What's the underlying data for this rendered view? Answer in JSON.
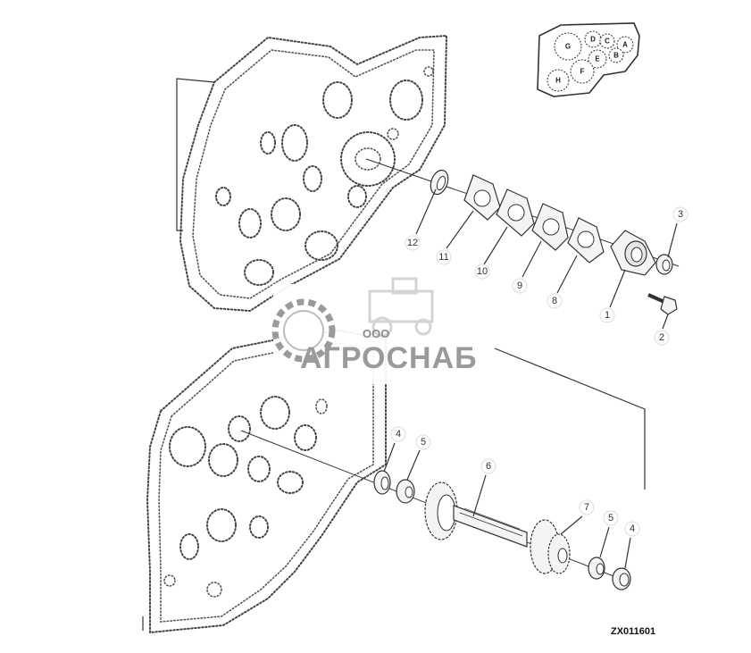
{
  "diagram": {
    "drawing_code": "ZX011601",
    "callouts": [
      {
        "id": "c12",
        "label": "12"
      },
      {
        "id": "c11",
        "label": "11"
      },
      {
        "id": "c10",
        "label": "10"
      },
      {
        "id": "c9",
        "label": "9"
      },
      {
        "id": "c8",
        "label": "8"
      },
      {
        "id": "c1",
        "label": "1"
      },
      {
        "id": "c3",
        "label": "3"
      },
      {
        "id": "c2",
        "label": "2"
      },
      {
        "id": "c4a",
        "label": "4"
      },
      {
        "id": "c5a",
        "label": "5"
      },
      {
        "id": "c6",
        "label": "6"
      },
      {
        "id": "c7",
        "label": "7"
      },
      {
        "id": "c5b",
        "label": "5"
      },
      {
        "id": "c4b",
        "label": "4"
      }
    ],
    "locator_gears": [
      "A",
      "B",
      "C",
      "D",
      "E",
      "F",
      "G",
      "H"
    ]
  },
  "watermark": {
    "prefix": "ООО",
    "name": "АГРОСНАБ"
  }
}
